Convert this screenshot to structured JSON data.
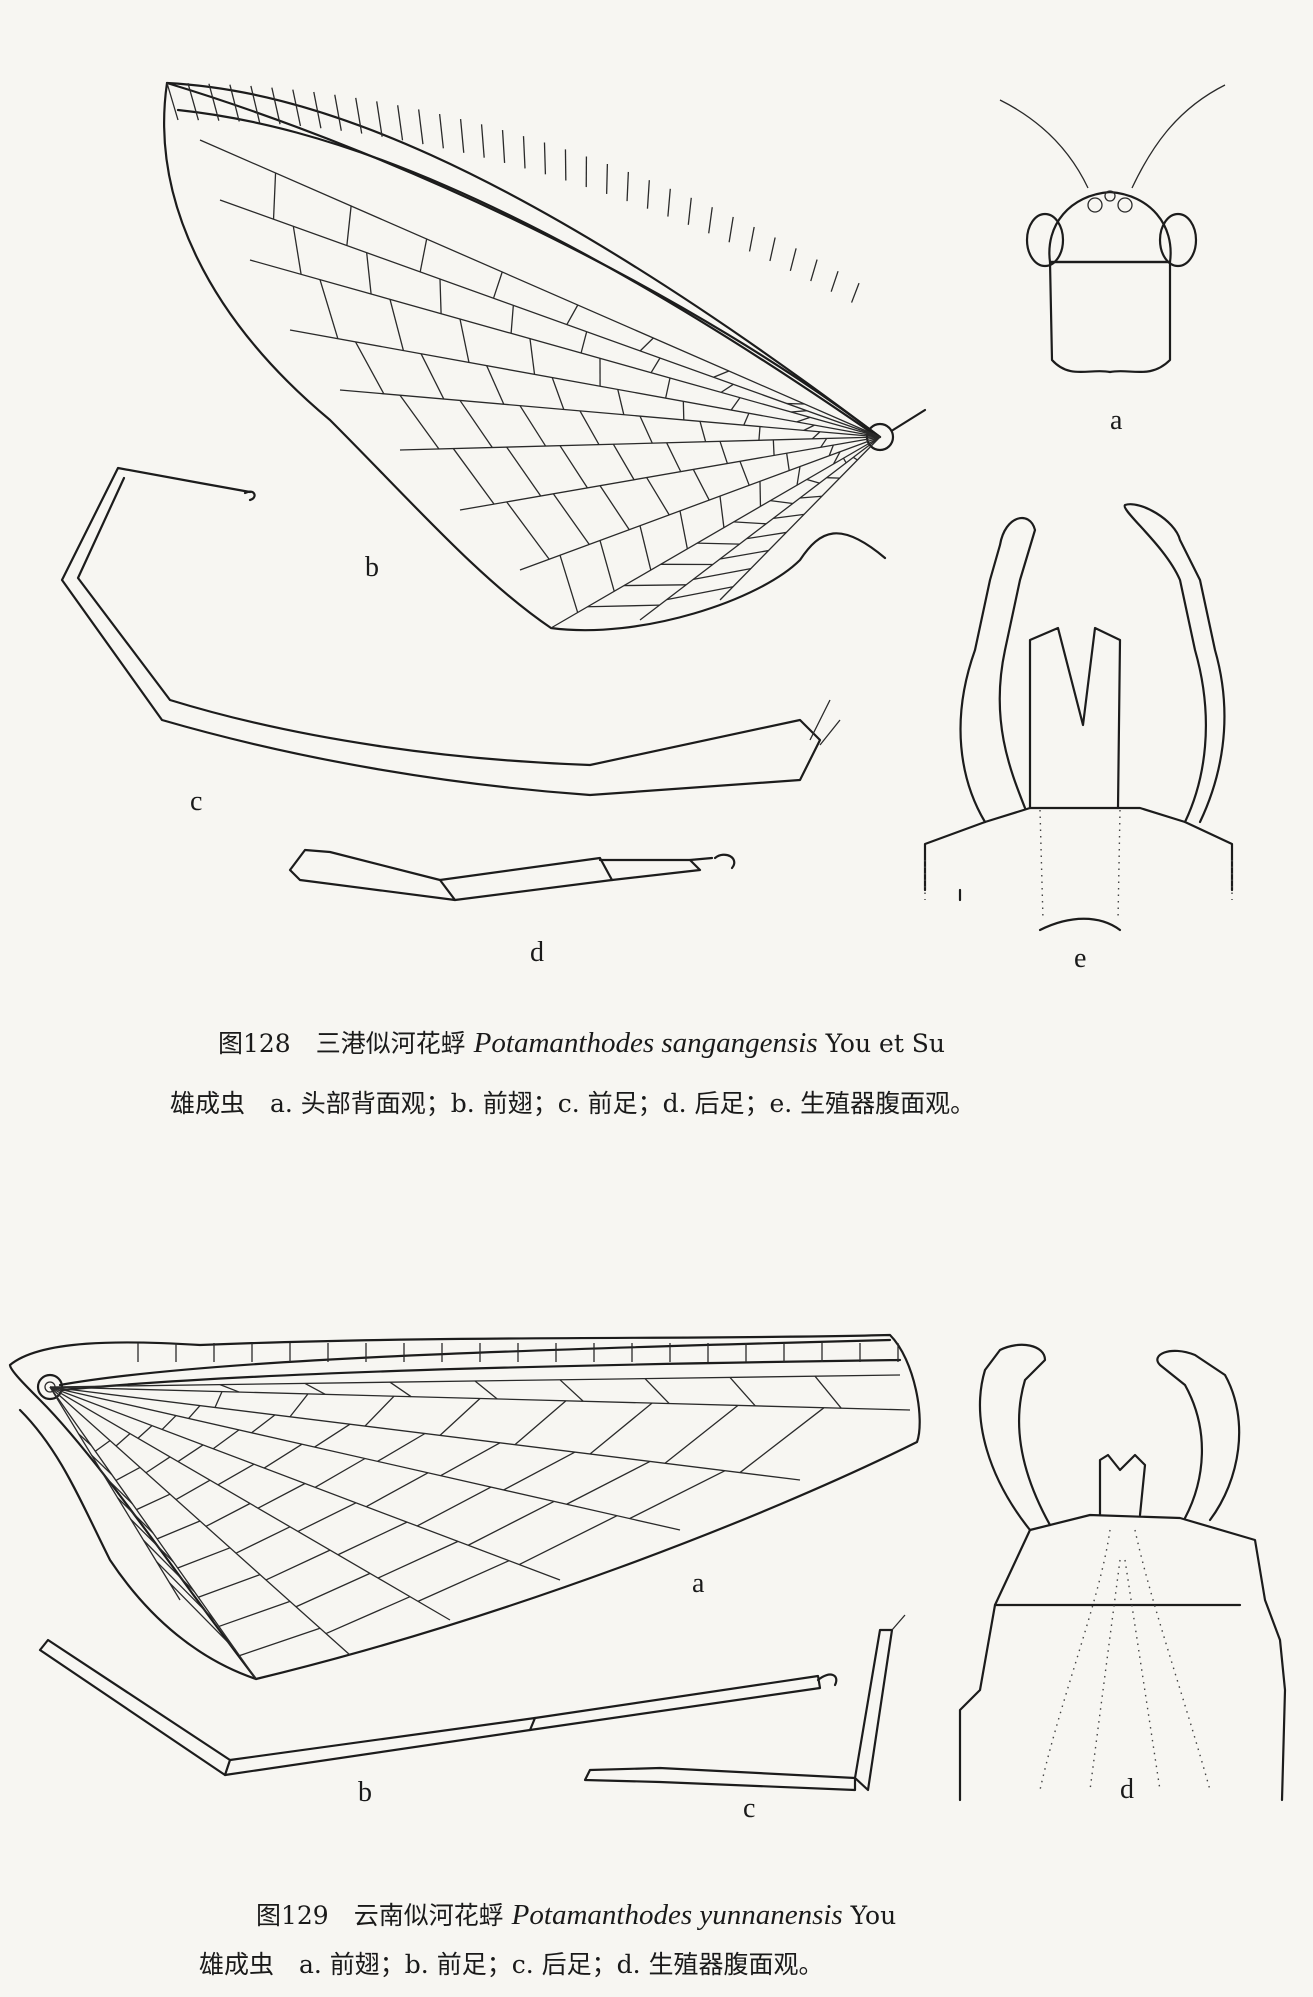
{
  "figure_128": {
    "labels": {
      "a": "a",
      "b": "b",
      "c": "c",
      "d": "d",
      "e": "e"
    },
    "caption_line1_prefix": "图128　三港似河花蜉 ",
    "caption_line1_species": "Potamanthodes sangangensis",
    "caption_line1_author": " You et Su",
    "caption_line2": "雄成虫　a. 头部背面观；b. 前翅；c. 前足；d. 后足；e. 生殖器腹面观。"
  },
  "figure_129": {
    "labels": {
      "a": "a",
      "b": "b",
      "c": "c",
      "d": "d"
    },
    "caption_line1_prefix": "图129　云南似河花蜉 ",
    "caption_line1_species": "Potamanthodes yunnanensis",
    "caption_line1_author": " You",
    "caption_line2": "雄成虫　a. 前翅；b. 前足；c. 后足；d. 生殖器腹面观。"
  }
}
